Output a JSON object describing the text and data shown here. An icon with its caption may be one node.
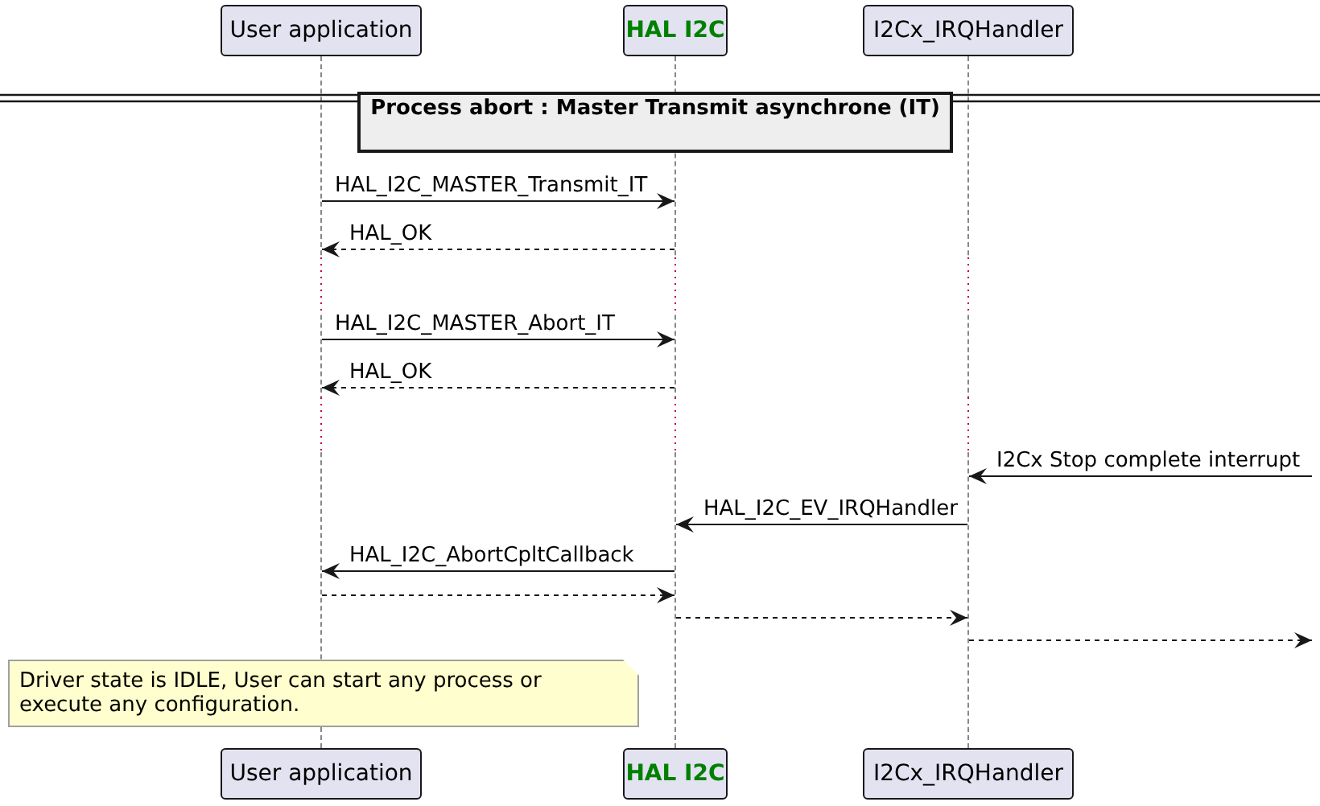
{
  "diagram": {
    "nodes": [
      {
        "text": [
          "User application"
        ]
      },
      {
        "text": [
          "HAL I2C"
        ]
      },
      {
        "text": [
          "I2Cx_IRQHandler"
        ]
      },
      {
        "text": [],
        "shape": "line"
      },
      {
        "text": [],
        "shape": "line"
      },
      {
        "text": [],
        "shape": "line"
      },
      {
        "text": [
          "Process abort : Master Transmit asynchrone (IT)"
        ]
      },
      {
        "text": [
          "Driver state is IDLE, User can start any process or execute any configuration."
        ]
      },
      {
        "text": [
          "User application"
        ]
      },
      {
        "text": [
          "HAL I2C"
        ]
      },
      {
        "text": [
          "I2Cx_IRQHandler"
        ]
      }
    ],
    "edges": [
      {
        "from": 3,
        "to": 4,
        "arrow": "to",
        "label": "HAL_I2C_MASTER_Transmit_IT"
      },
      {
        "from": 4,
        "to": 3,
        "arrow": "to",
        "label": "HAL_OK",
        "style": "dashed"
      },
      {
        "from": 3,
        "to": 4,
        "arrow": "to",
        "label": "HAL_I2C_MASTER_Abort_IT"
      },
      {
        "from": 4,
        "to": 3,
        "arrow": "to",
        "label": "HAL_OK",
        "style": "dashed"
      },
      {
        "from": null,
        "to": 5,
        "arrow": "to",
        "label": "I2Cx Stop complete interrupt"
      },
      {
        "from": 5,
        "to": 4,
        "arrow": "to",
        "label": "HAL_I2C_EV_IRQHandler"
      },
      {
        "from": 4,
        "to": 3,
        "arrow": "to",
        "label": "HAL_I2C_AbortCpltCallback"
      },
      {
        "from": 3,
        "to": 4,
        "arrow": "to",
        "style": "dashed"
      },
      {
        "from": 4,
        "to": 5,
        "arrow": "to",
        "style": "dashed"
      },
      {
        "from": 5,
        "to": null,
        "arrow": "to",
        "style": "dashed"
      }
    ]
  }
}
